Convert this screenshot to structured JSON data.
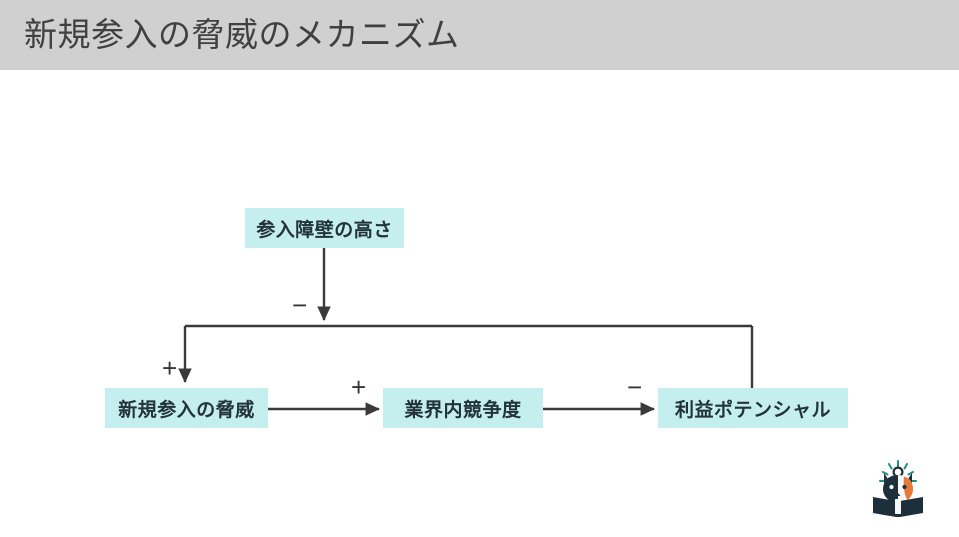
{
  "slide": {
    "title": "新規参入の脅威のメカニズム",
    "header_background": "#d0d0d0",
    "title_color": "#404040",
    "background": "#ffffff"
  },
  "diagram": {
    "node_fill": "#c5efef",
    "node_text_color": "#22333b",
    "line_color": "#3a3a3a",
    "nodes": [
      {
        "id": "barrier",
        "label": "参入障壁の高さ"
      },
      {
        "id": "threat",
        "label": "新規参入の脅威"
      },
      {
        "id": "rivalry",
        "label": "業界内競争度"
      },
      {
        "id": "profit",
        "label": "利益ポテンシャル"
      }
    ],
    "edges": [
      {
        "from": "barrier",
        "to": "threat",
        "sign": "+"
      },
      {
        "from": "barrier",
        "to": "rivalry",
        "sign": "−"
      },
      {
        "from": "threat",
        "to": "rivalry",
        "sign": "+"
      },
      {
        "from": "rivalry",
        "to": "profit",
        "sign": "−"
      }
    ]
  },
  "logo": {
    "name": "cat-book-logo",
    "cat_white": "#f7f7f5",
    "cat_dark": "#1e2f3c",
    "cat_orange": "#e4793a",
    "book_color": "#1e2f3c",
    "ray_color": "#1f8f7f"
  }
}
